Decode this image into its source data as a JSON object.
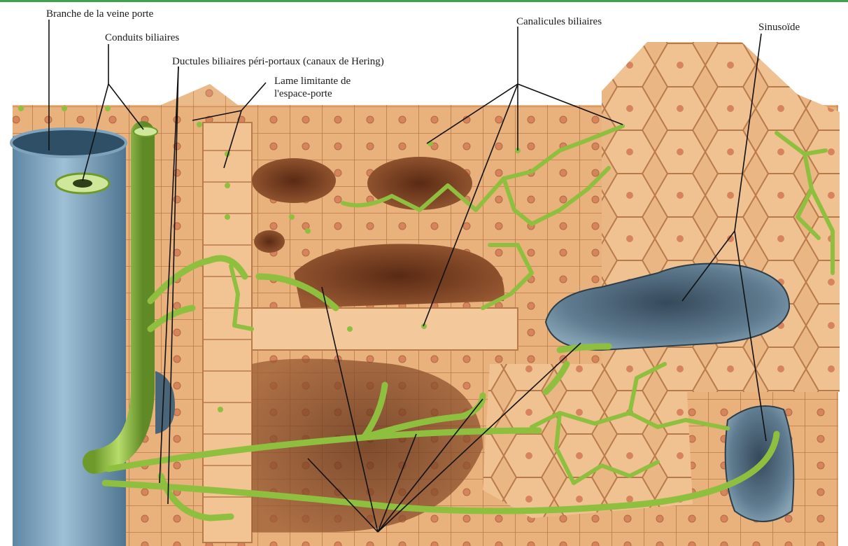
{
  "figure": {
    "labels": {
      "portal_vein_branch": "Branche de la veine porte",
      "bile_ducts": "Conduits biliaires",
      "periportal_ductules": "Ductules biliaires péri-portaux (canaux de Hering)",
      "limiting_plate_line1": "Lame limitante de",
      "limiting_plate_line2": "l'espace-porte",
      "bile_canaliculi": "Canalicules biliaires",
      "sinusoid": "Sinusoïde"
    },
    "colors": {
      "hepatocyte": "#e8b07a",
      "hepatocyte_light": "#f3c99b",
      "cell_border": "#b9794a",
      "nucleus": "#d9865f",
      "cavity": "#7a3f22",
      "portal_vein": "#7fa3bd",
      "bile_duct": "#8fbf3f",
      "sinusoid": "#4d6677",
      "leader_line": "#111111",
      "top_rule": "#3fa34d"
    }
  }
}
